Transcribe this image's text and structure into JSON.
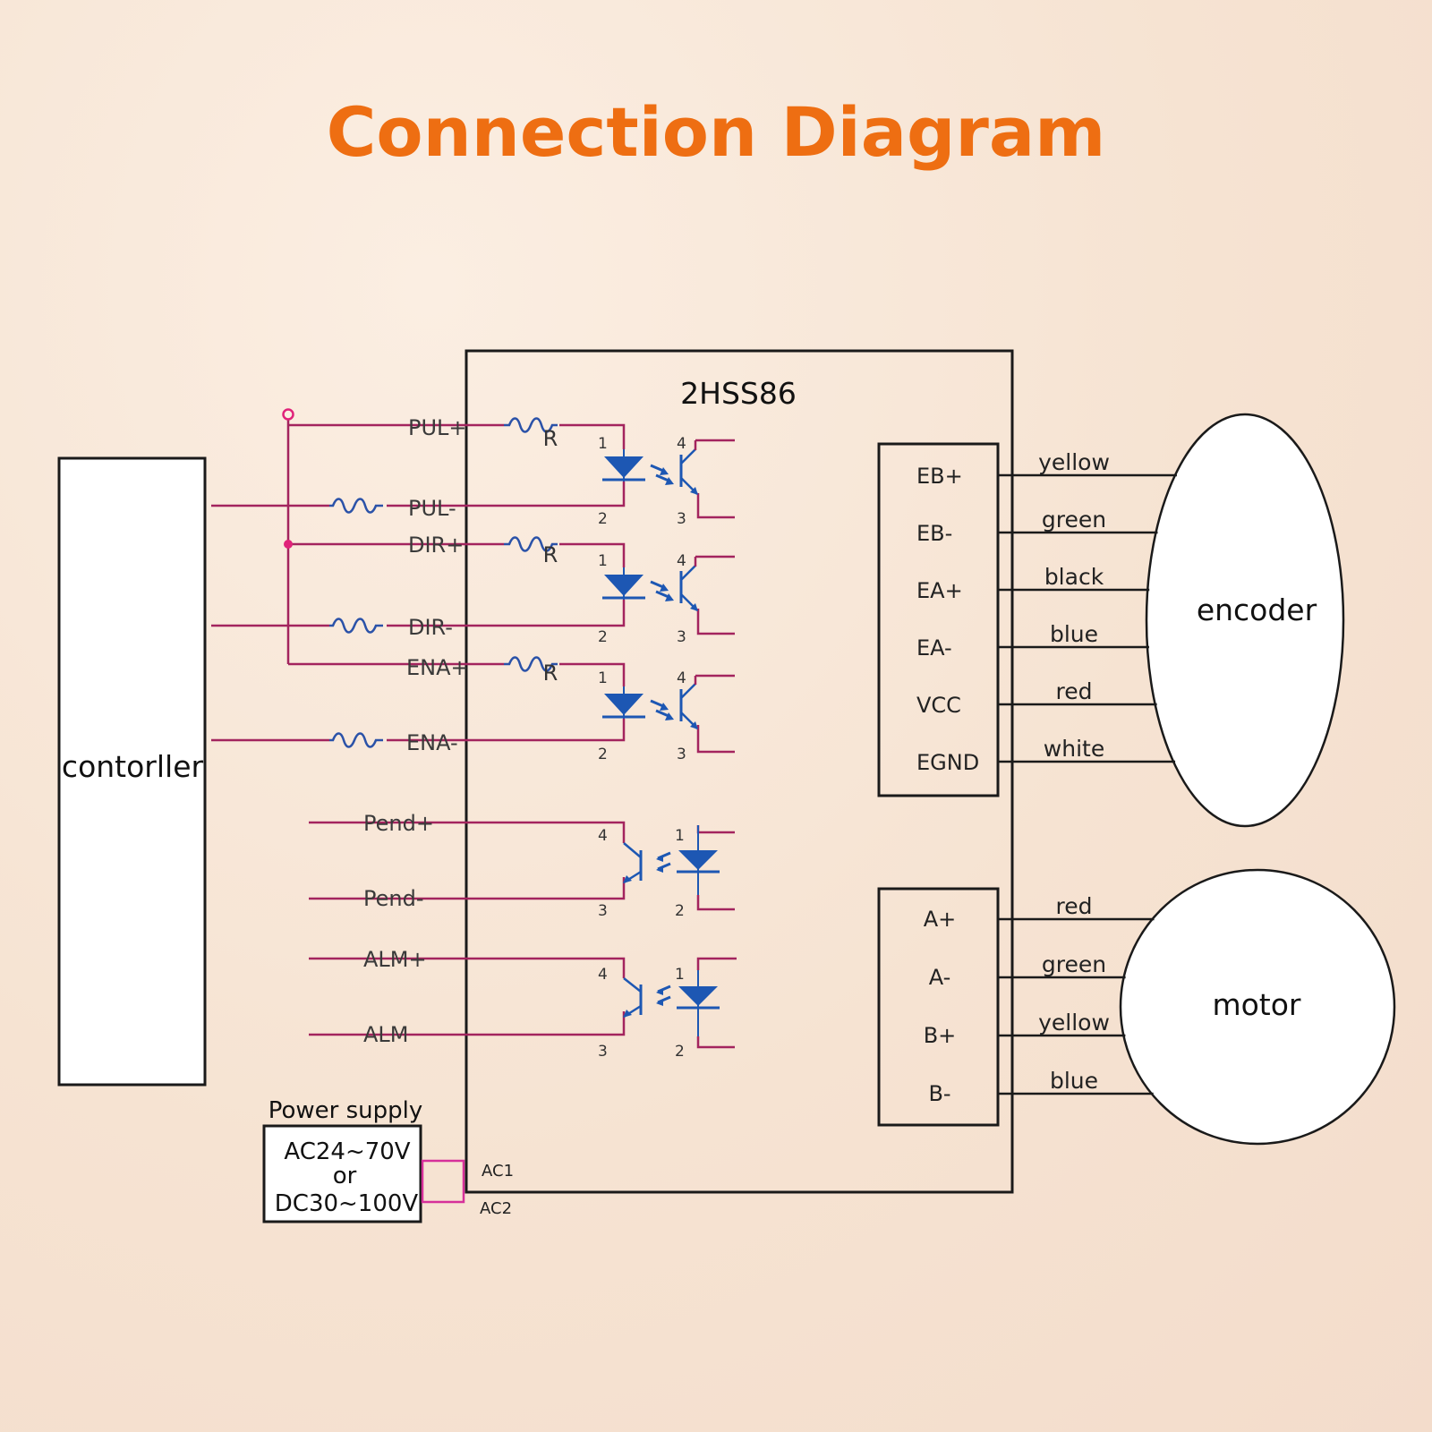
{
  "title": "Connection Diagram",
  "controller": {
    "label": "contorller"
  },
  "driver": {
    "model": "2HSS86"
  },
  "signals": {
    "pul_pos": "PUL+",
    "pul_neg": "PUL-",
    "dir_pos": "DIR+",
    "dir_neg": "DIR-",
    "ena_pos": "ENA+",
    "ena_neg": "ENA-",
    "pend_pos": "Pend+",
    "pend_neg": "Pend-",
    "alm_pos": "ALM+",
    "alm_neg": "ALM"
  },
  "resistor_label": "R",
  "opto_pins": {
    "one": "1",
    "two": "2",
    "three": "3",
    "four": "4"
  },
  "encoder": {
    "label": "encoder",
    "pins": [
      {
        "pin": "EB+",
        "wire": "yellow"
      },
      {
        "pin": "EB-",
        "wire": "green"
      },
      {
        "pin": "EA+",
        "wire": "black"
      },
      {
        "pin": "EA-",
        "wire": "blue"
      },
      {
        "pin": "VCC",
        "wire": "red"
      },
      {
        "pin": "EGND",
        "wire": "white"
      }
    ]
  },
  "motor": {
    "label": "motor",
    "pins": [
      {
        "pin": "A+",
        "wire": "red"
      },
      {
        "pin": "A-",
        "wire": "green"
      },
      {
        "pin": "B+",
        "wire": "yellow"
      },
      {
        "pin": "B-",
        "wire": "blue"
      }
    ]
  },
  "power": {
    "title": "Power supply",
    "line1": "AC24~70V",
    "line2": "or",
    "line3": "DC30~100V",
    "ac1": "AC1",
    "ac2": "AC2"
  },
  "colors": {
    "title": "#ee6e12",
    "signal_wire": "#a3245e",
    "resistor": "#2b52a8",
    "led": "#1d57b3",
    "node": "#e0237a",
    "power_link": "#d6309a",
    "outline": "#1a1a1a"
  }
}
